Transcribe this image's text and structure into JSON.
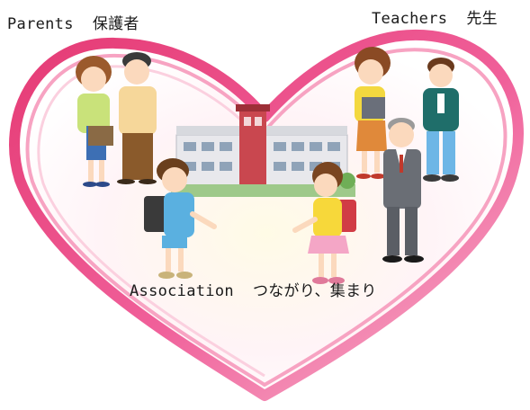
{
  "labels": {
    "parents": "Parents  保護者",
    "teachers": "Teachers  先生",
    "association": "Association  つながり、集まり"
  },
  "colors": {
    "heart_outer": "#e8417a",
    "heart_inner": "#f49ab8",
    "heart_glow": "#fde8f0",
    "school_wall": "#e9e9ec",
    "school_tower": "#c9474f"
  },
  "icons": [
    "heart-frame",
    "school-building",
    "mother-figure",
    "father-figure",
    "boy-student-figure",
    "girl-student-figure",
    "female-teacher-figure",
    "male-teacher-figure",
    "principal-figure"
  ]
}
